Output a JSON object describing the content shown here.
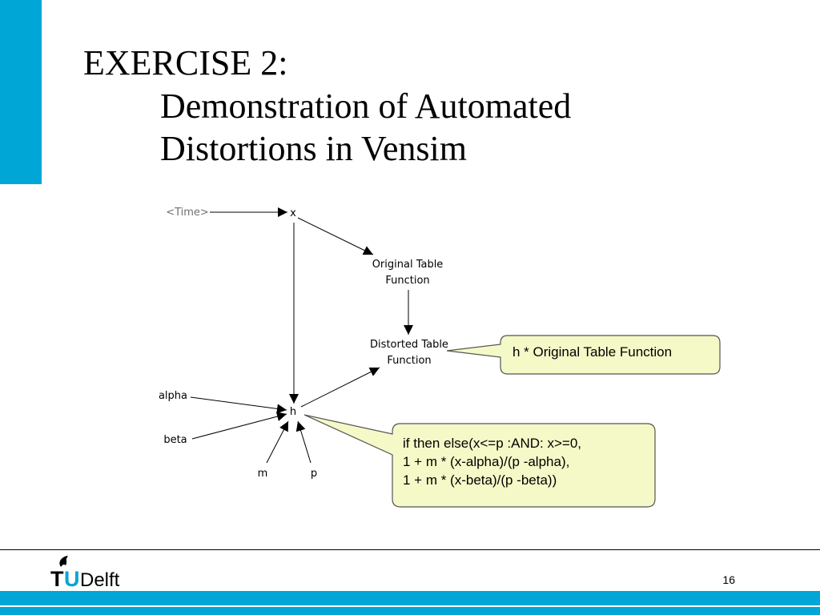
{
  "slide": {
    "title_line1": "EXERCISE 2:",
    "title_line2": "Demonstration of Automated",
    "title_line3": "Distortions in Vensim",
    "page_number": "16"
  },
  "diagram": {
    "nodes": {
      "time": "<Time>",
      "x": "x",
      "original_l1": "Original Table",
      "original_l2": "Function",
      "distorted_l1": "Distorted Table",
      "distorted_l2": "Function",
      "alpha": "alpha",
      "beta": "beta",
      "h": "h",
      "m": "m",
      "p": "p"
    },
    "callout_distorted": "h * Original Table Function",
    "callout_h": [
      "if then else(x<=p :AND: x>=0,",
      "1 + m * (x-alpha)/(p -alpha),",
      "1 + m * (x-beta)/(p -beta))"
    ]
  },
  "logo": {
    "text_t": "T",
    "text_u": "U",
    "text_rest": "Delft"
  },
  "colors": {
    "accent": "#00a6d6",
    "callout_fill": "#f5f9c7",
    "callout_stroke": "#555555"
  }
}
